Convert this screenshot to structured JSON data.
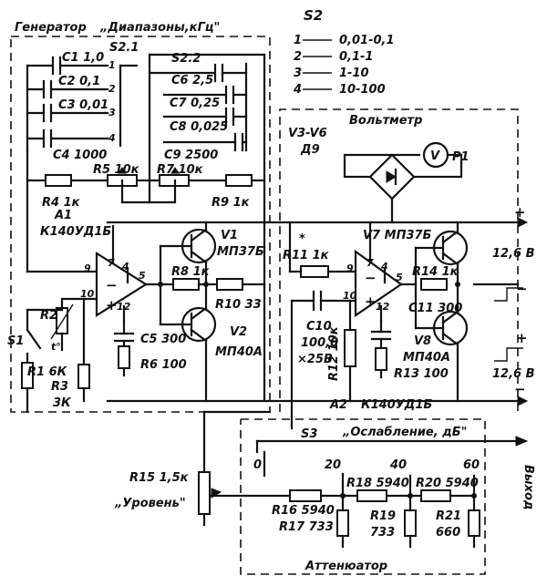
{
  "blocks": {
    "generator": "Генератор",
    "ranges": "„Диапазоны,кГц\"",
    "voltmeter": "Вольтметр",
    "attenuation": "„Ослабление, дБ\"",
    "attenuator": "Аттенюатор",
    "output": "Выход",
    "level": "„Уровень\""
  },
  "switch_table": {
    "title": "S2",
    "rows": [
      {
        "n": "1",
        "range": "0,01-0,1"
      },
      {
        "n": "2",
        "range": "0,1-1"
      },
      {
        "n": "3",
        "range": "1-10"
      },
      {
        "n": "4",
        "range": "10-100"
      }
    ]
  },
  "labels": {
    "s21": "S2.1",
    "s22": "S2.2",
    "c1": "C1 1,0",
    "c2": "C2 0,1",
    "c3": "C3 0,01",
    "c4": "C4 1000",
    "c6": "C6 2,5",
    "c7": "C7 0,25",
    "c8": "C8 0,025",
    "c9": "C9 2500",
    "r4": "R4 1к",
    "r5": "R5 10к",
    "r7": "R7 10к",
    "r9": "R9 1к",
    "a1": "A1",
    "a1type": "К140УД1Б",
    "v1": "V1",
    "v1type": "МП37Б",
    "v2": "V2",
    "v2type": "МП40А",
    "r8": "R8 1к",
    "r10": "R10 33",
    "c5": "C5 300",
    "r6": "R6 100",
    "r2": "R2",
    "t": "t°",
    "s1": "S1",
    "r1": "R1 6К",
    "r3": "R3",
    "r3val": "3К",
    "v3v6": "V3-V6",
    "d9": "Д9",
    "p1": "P1",
    "vmeter": "V",
    "r11": "R11 1к",
    "star": "*",
    "c10": "C10",
    "c10val": "100,0",
    "c10v": "×25В",
    "r12": "R12 10к",
    "r13": "R13 100",
    "v7": "V7 МП37Б",
    "v8": "V8",
    "v8type": "МП40А",
    "r14": "R14 1к",
    "c11": "C11 300",
    "a2": "A2",
    "a2type": "К140УД1Б",
    "s3": "S3",
    "r15": "R15 1,5к",
    "r16": "R16 5940",
    "r17": "R17 733",
    "r18": "R18 5940",
    "r19": "R19",
    "r19val": "733",
    "r20": "R20 5940",
    "r21": "R21",
    "r21val": "660",
    "att0": "0",
    "att20": "20",
    "att40": "40",
    "att60": "60",
    "plus1": "+",
    "minus1": "−",
    "v126a": "12,6 В",
    "plus2": "+",
    "minus2": "−",
    "v126b": "12,6 В",
    "pin1": "1",
    "pin2": "2",
    "pin3": "3",
    "pin4": "4",
    "p7": "7",
    "p4": "4",
    "p5": "5",
    "p9": "9",
    "p10": "10",
    "p12": "12",
    "q7": "7",
    "q4": "4",
    "q5": "5",
    "q9": "9",
    "q10": "10",
    "q12": "12"
  }
}
